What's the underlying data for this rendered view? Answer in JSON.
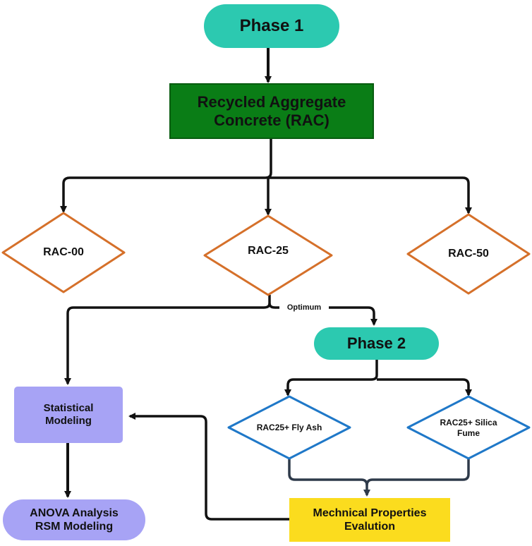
{
  "nodes": {
    "phase1": "Phase 1",
    "rac_line1": "Recycled Aggregate",
    "rac_line2": "Concrete (RAC)",
    "rac00": "RAC-00",
    "rac25": "RAC-25",
    "rac50": "RAC-50",
    "optimum": "Optimum",
    "phase2": "Phase 2",
    "flyash": "RAC25+ Fly Ash",
    "silica_line1": "RAC25+ Silica",
    "silica_line2": "Fume",
    "stat_line1": "Statistical",
    "stat_line2": "Modeling",
    "anova_line1": "ANOVA Analysis",
    "anova_line2": "RSM Modeling",
    "mech_line1": "Mechnical Properties",
    "mech_line2": "Evalution"
  },
  "colors": {
    "phase_teal": "#2cc9b0",
    "rac_green": "#0a7d16",
    "diamond_orange": "#d5702a",
    "diamond_blue": "#1f78c8",
    "stat_purple": "#a7a3f5",
    "mech_yellow": "#fbdc1e"
  }
}
